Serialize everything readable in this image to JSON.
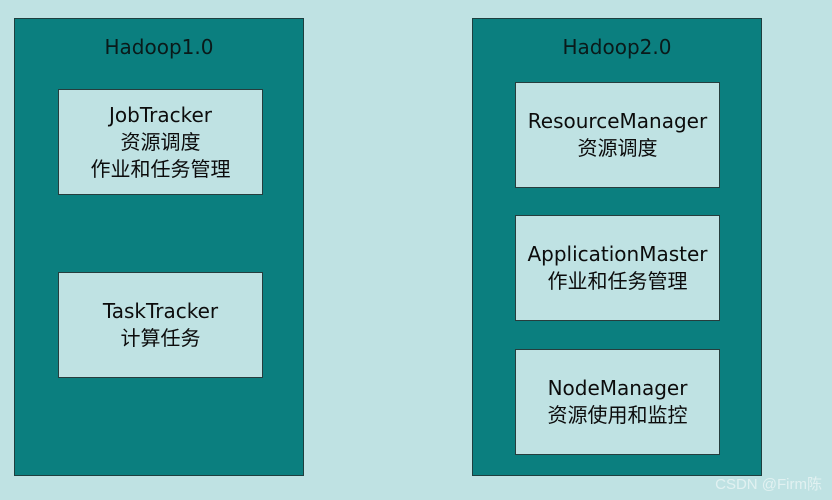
{
  "hadoop1": {
    "title": "Hadoop1.0",
    "jobtracker": {
      "name": "JobTracker",
      "line1": "资源调度",
      "line2": "作业和任务管理"
    },
    "tasktracker": {
      "name": "TaskTracker",
      "line1": "计算任务"
    }
  },
  "hadoop2": {
    "title": "Hadoop2.0",
    "resourcemanager": {
      "name": "ResourceManager",
      "line1": "资源调度"
    },
    "applicationmaster": {
      "name": "ApplicationMaster",
      "line1": "作业和任务管理"
    },
    "nodemanager": {
      "name": "NodeManager",
      "line1": "资源使用和监控"
    }
  },
  "watermark": "CSDN @Firm陈"
}
